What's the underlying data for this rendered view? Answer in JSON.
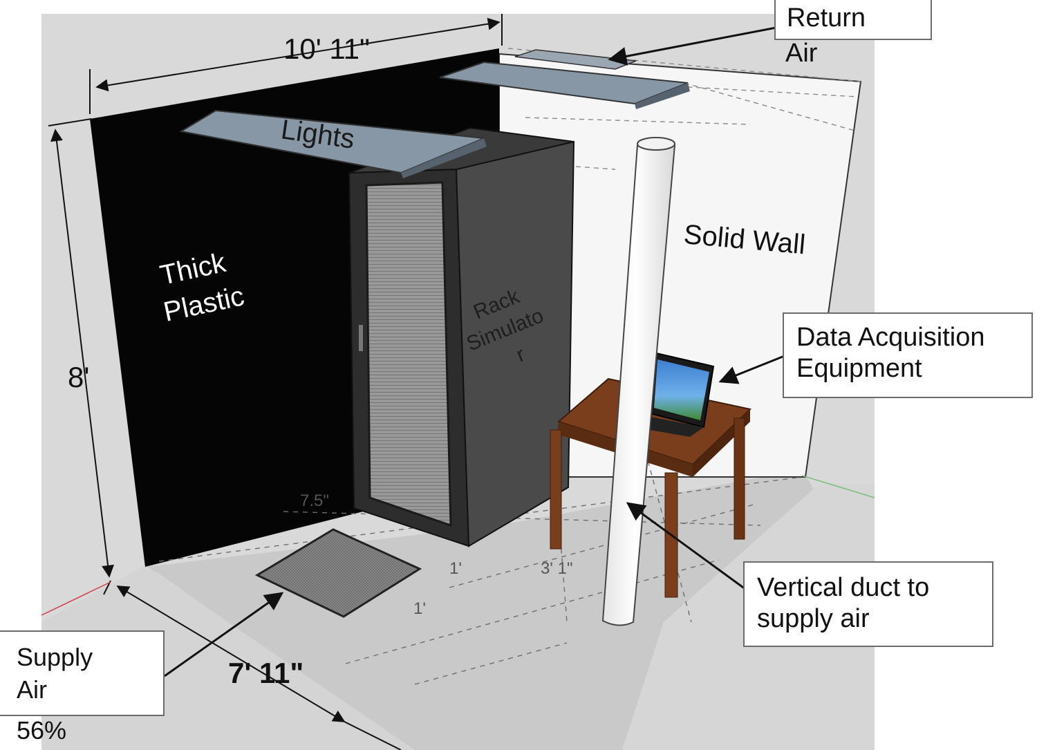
{
  "diagram": {
    "dimensions": {
      "width": "10' 11\"",
      "height": "8'",
      "depth": "7' 11\"",
      "rack_gap": "7.5\"",
      "tile_offset": "1'",
      "tile_side": "1'",
      "table_gap": "3' 1\""
    },
    "scene_labels": {
      "lights": "Lights",
      "thick_plastic_line1": "Thick",
      "thick_plastic_line2": "Plastic",
      "rack_line1": "Rack",
      "rack_line2": "Simulato",
      "rack_line3": "r",
      "solid_wall": "Solid Wall"
    },
    "callouts": {
      "return_air_line1": "Return",
      "return_air_line2": "Air",
      "data_acq_line1": "Data Acquisition",
      "data_acq_line2": "Equipment",
      "duct_line1": "Vertical duct to",
      "duct_line2": "supply air",
      "supply_line1": "Supply",
      "supply_line2": "Air",
      "supply_line3": "56%"
    },
    "colors": {
      "wall_black": "#050505",
      "wall_white": "#f6f6f6",
      "floor": "#c4c4c4",
      "frame_gray": "#d9d9d9",
      "rack": "#3a3a3a",
      "table": "#7a3e1c",
      "light_panel": "#8797a6",
      "duct": "#fafafa"
    }
  }
}
